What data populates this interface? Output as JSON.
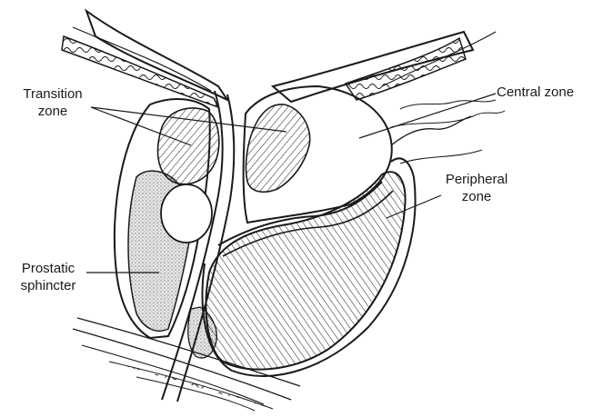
{
  "labels": {
    "transition_zone": [
      "Transition",
      "zone"
    ],
    "central_zone": "Central zone",
    "peripheral_zone": [
      "Peripheral",
      "zone"
    ],
    "prostatic_sphincter": [
      "Prostatic",
      "sphincter"
    ]
  },
  "colors": {
    "ink": "#1a1a1a",
    "stipple_fill": "#d9d9d9",
    "background": "#ffffff"
  }
}
